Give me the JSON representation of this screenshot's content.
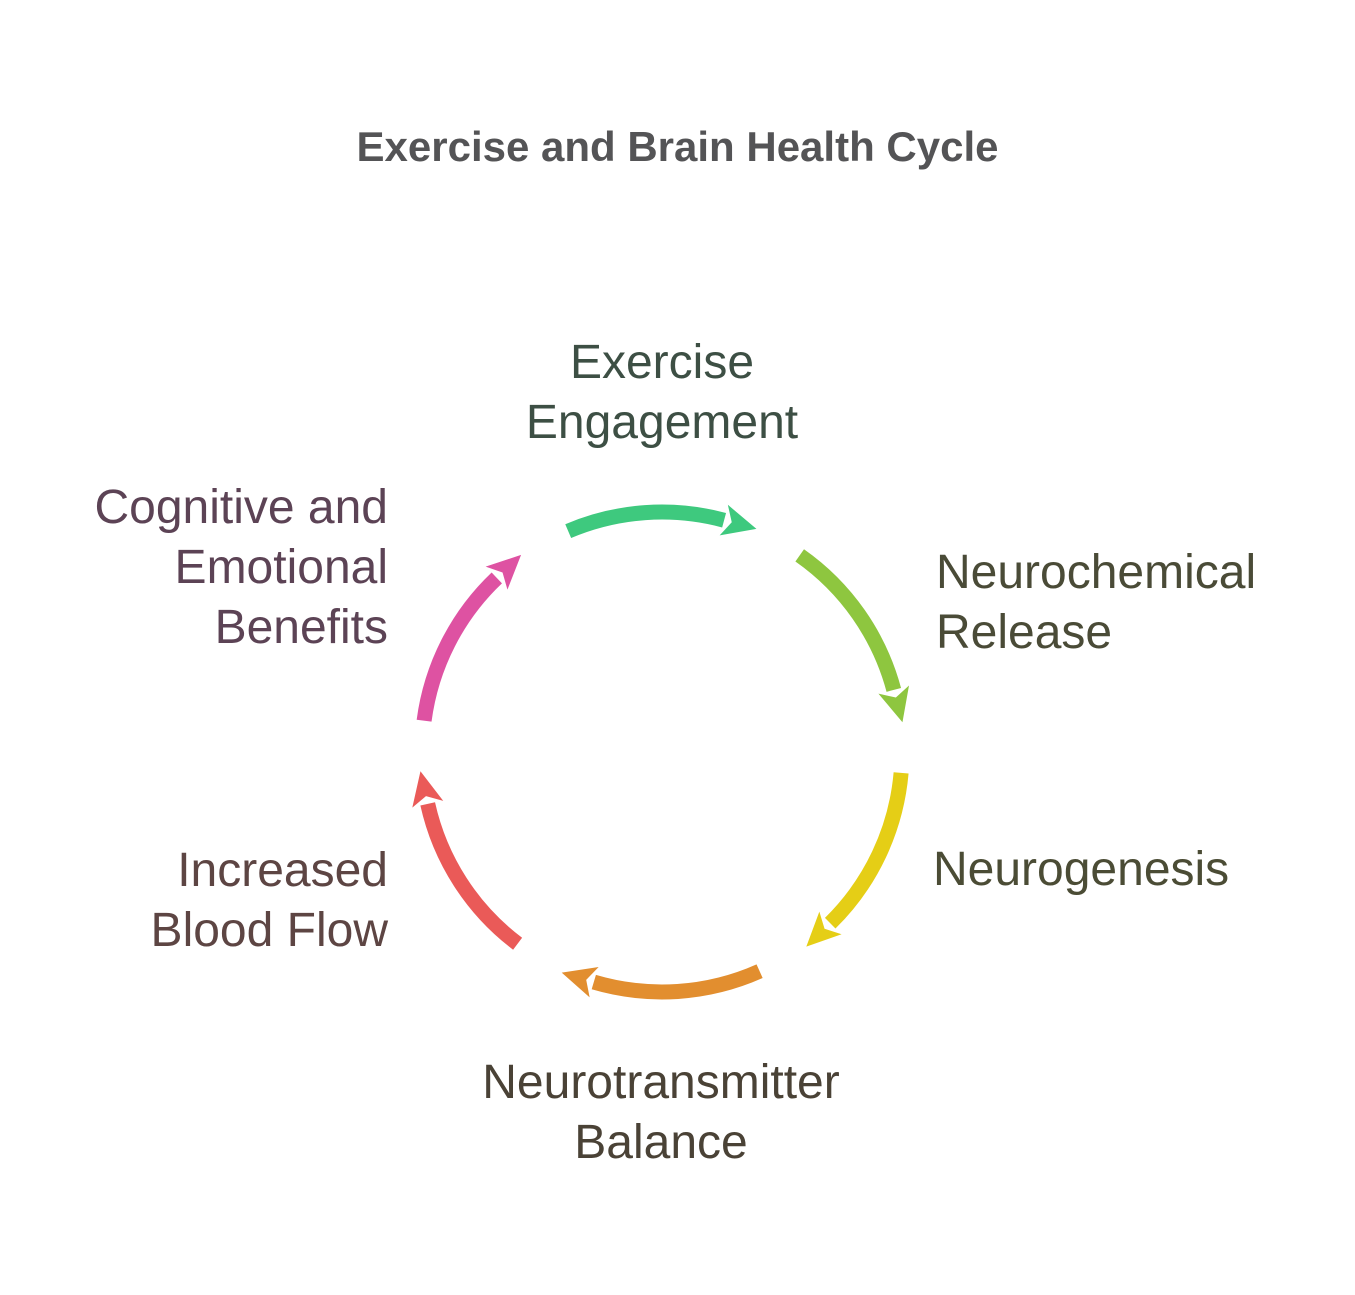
{
  "title": {
    "text": "Exercise and Brain Health Cycle",
    "color": "#545456"
  },
  "background_color": "#ffffff",
  "cycle_direction": "clockwise",
  "stages": [
    {
      "label": "Exercise\nEngagement",
      "label_color": "#3D4F44",
      "arrow_color": "#3EC97E",
      "arrow_to": "Neurochemical Release",
      "position": "top"
    },
    {
      "label": "Neurochemical\nRelease",
      "label_color": "#4A4B37",
      "arrow_color": "#8EC63F",
      "arrow_to": "Neurogenesis",
      "position": "upper-right"
    },
    {
      "label": "Neurogenesis",
      "label_color": "#4B4C35",
      "arrow_color": "#E5CE16",
      "arrow_to": "Neurotransmitter Balance",
      "position": "right"
    },
    {
      "label": "Neurotransmitter\nBalance",
      "label_color": "#4A4236",
      "arrow_color": "#E28E2F",
      "arrow_to": "Increased Blood Flow",
      "position": "bottom"
    },
    {
      "label": "Increased\nBlood Flow",
      "label_color": "#5D4543",
      "arrow_color": "#EA5A58",
      "arrow_to": "Cognitive and Emotional Benefits",
      "position": "left"
    },
    {
      "label": "Cognitive and\nEmotional\nBenefits",
      "label_color": "#5C4355",
      "arrow_color": "#DE52A2",
      "arrow_to": "Exercise Engagement",
      "position": "upper-left"
    }
  ]
}
